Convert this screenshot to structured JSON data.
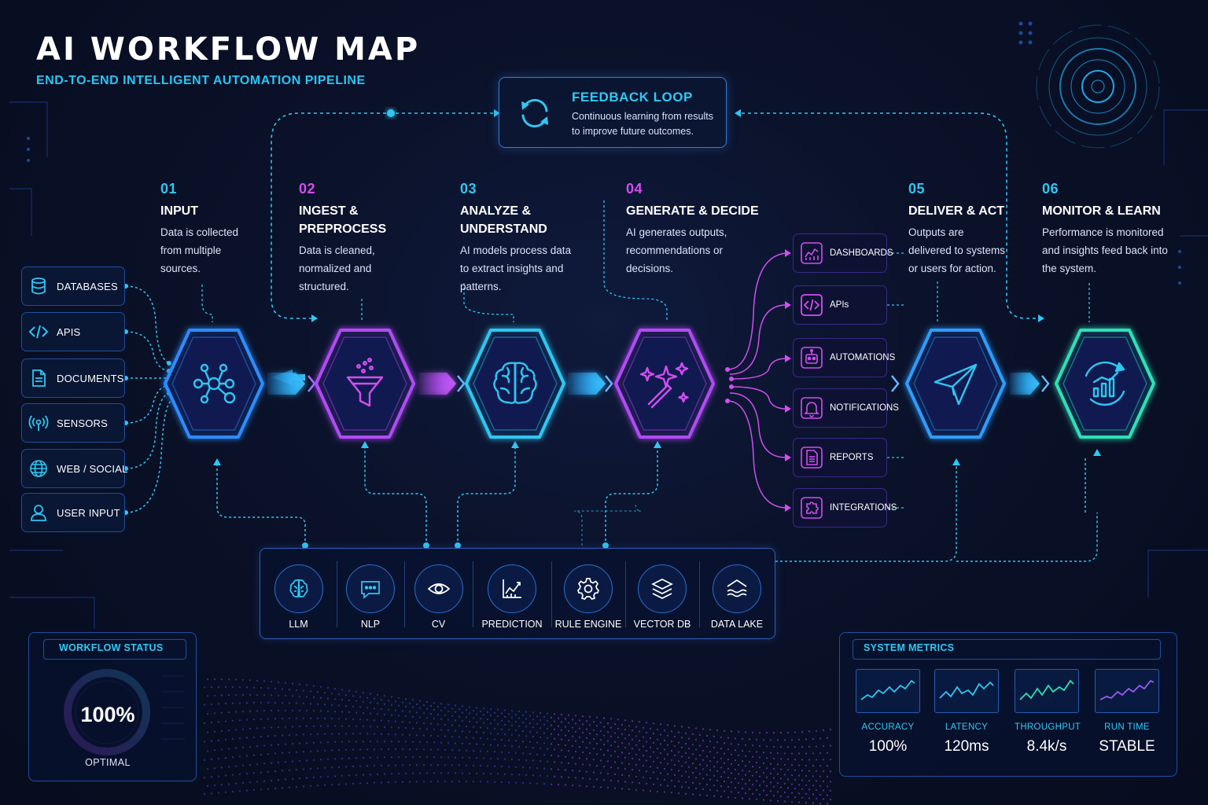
{
  "header": {
    "title": "AI WORKFLOW MAP",
    "subtitle": "END-TO-END INTELLIGENT AUTOMATION PIPELINE"
  },
  "feedback": {
    "title": "FEEDBACK LOOP",
    "description": "Continuous learning from results to improve future outcomes."
  },
  "stages": [
    {
      "num": "01",
      "name": "INPUT",
      "desc": "Data is collected from multiple sources.",
      "color": "#2fc7f2",
      "icon": "nodes-icon"
    },
    {
      "num": "02",
      "name": "INGEST & PREPROCESS",
      "desc": "Data is cleaned, normalized and structured.",
      "color": "#d24ef0",
      "icon": "funnel-icon"
    },
    {
      "num": "03",
      "name": "ANALYZE & UNDERSTAND",
      "desc": "AI models process data to extract insights and patterns.",
      "color": "#2fc7f2",
      "icon": "brain-icon"
    },
    {
      "num": "04",
      "name": "GENERATE & DECIDE",
      "desc": "AI generates outputs, recommendations or decisions.",
      "color": "#d24ef0",
      "icon": "magic-wand-icon"
    },
    {
      "num": "05",
      "name": "DELIVER & ACT",
      "desc": "Outputs are delivered to systems or users for action.",
      "color": "#2fc7f2",
      "icon": "paper-plane-icon"
    },
    {
      "num": "06",
      "name": "MONITOR & LEARN",
      "desc": "Performance is monitored and insights feed back into the system.",
      "color": "#2fc7f2",
      "icon": "growth-chart-icon"
    }
  ],
  "sources": [
    {
      "label": "DATABASES",
      "icon": "database-icon"
    },
    {
      "label": "APIS",
      "icon": "code-icon"
    },
    {
      "label": "DOCUMENTS",
      "icon": "document-icon"
    },
    {
      "label": "SENSORS",
      "icon": "sensor-icon"
    },
    {
      "label": "WEB / SOCIAL",
      "icon": "globe-icon"
    },
    {
      "label": "USER INPUT",
      "icon": "user-icon"
    }
  ],
  "outputs": [
    {
      "label": "DASHBOARDS",
      "icon": "dashboard-icon"
    },
    {
      "label": "APIs",
      "icon": "code-icon"
    },
    {
      "label": "AUTOMATIONS",
      "icon": "robot-icon"
    },
    {
      "label": "NOTIFICATIONS",
      "icon": "bell-icon"
    },
    {
      "label": "REPORTS",
      "icon": "report-icon"
    },
    {
      "label": "INTEGRATIONS",
      "icon": "puzzle-icon"
    }
  ],
  "tools": [
    {
      "label": "LLM",
      "icon": "brain-icon"
    },
    {
      "label": "NLP",
      "icon": "chat-icon"
    },
    {
      "label": "CV",
      "icon": "eye-icon"
    },
    {
      "label": "PREDICTION",
      "icon": "line-chart-icon"
    },
    {
      "label": "RULE ENGINE",
      "icon": "gear-icon"
    },
    {
      "label": "VECTOR DB",
      "icon": "layers-icon"
    },
    {
      "label": "DATA LAKE",
      "icon": "waves-icon"
    }
  ],
  "workflow_status": {
    "title": "WORKFLOW STATUS",
    "value": "100%",
    "state": "OPTIMAL",
    "progress": 1.0
  },
  "system_metrics": {
    "title": "SYSTEM METRICS",
    "items": [
      {
        "label": "ACCURACY",
        "value": "100%",
        "color": "#2fc7f2"
      },
      {
        "label": "LATENCY",
        "value": "120ms",
        "color": "#2fc7f2"
      },
      {
        "label": "THROUGHPUT",
        "value": "8.4k/s",
        "color": "#2fe0b8"
      },
      {
        "label": "RUN TIME",
        "value": "STABLE",
        "color": "#9a5cf5"
      }
    ]
  },
  "colors": {
    "cyan": "#2fc7f2",
    "magenta": "#d24ef0",
    "teal": "#2fe0b8",
    "background": "#0a1128"
  }
}
